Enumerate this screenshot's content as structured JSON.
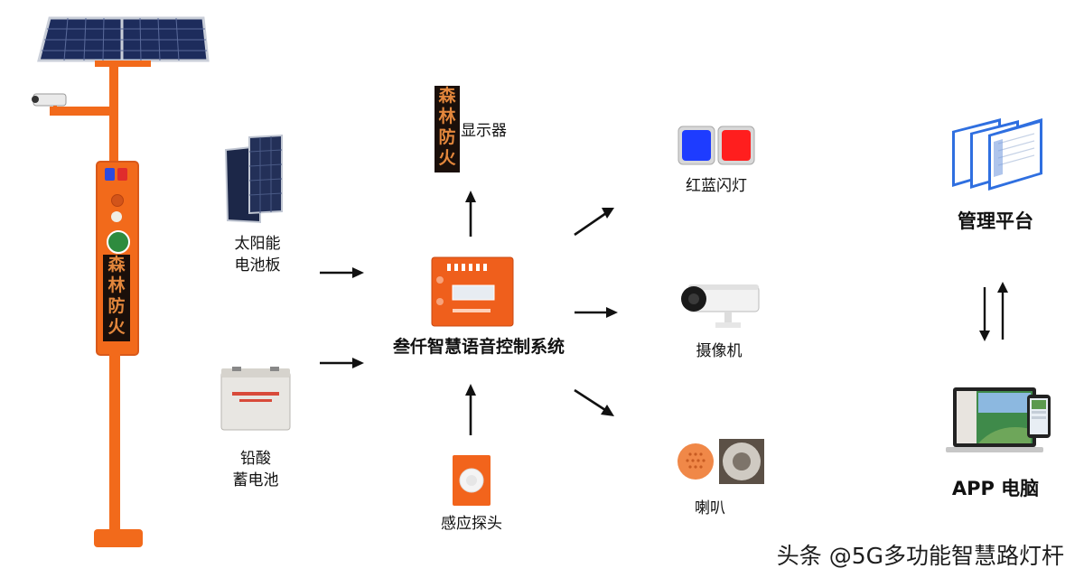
{
  "pole": {
    "led_text": [
      "森",
      "林",
      "防",
      "火"
    ]
  },
  "display": {
    "led_text": [
      "森",
      "林",
      "防",
      "火"
    ],
    "label": "显示器"
  },
  "inputs": {
    "solar_panel": {
      "label_line1": "太阳能",
      "label_line2": "电池板"
    },
    "battery": {
      "label_line1": "铅酸",
      "label_line2": "蓄电池"
    },
    "sensor": {
      "label": "感应探头"
    }
  },
  "controller": {
    "label": "叁仟智慧语音控制系统"
  },
  "outputs": {
    "strobe": {
      "label": "红蓝闪灯"
    },
    "camera": {
      "label": "摄像机"
    },
    "speaker": {
      "label": "喇叭"
    }
  },
  "platform": {
    "mgmt_label": "管理平台",
    "app_label": "APP 电脑"
  },
  "watermark": "头条 @5G多功能智慧路灯杆",
  "colors": {
    "pole_orange": "#f26a1b",
    "led_amber": "#e3873c",
    "strobe_blue": "#1e3cff",
    "strobe_red": "#ff1e1e"
  }
}
